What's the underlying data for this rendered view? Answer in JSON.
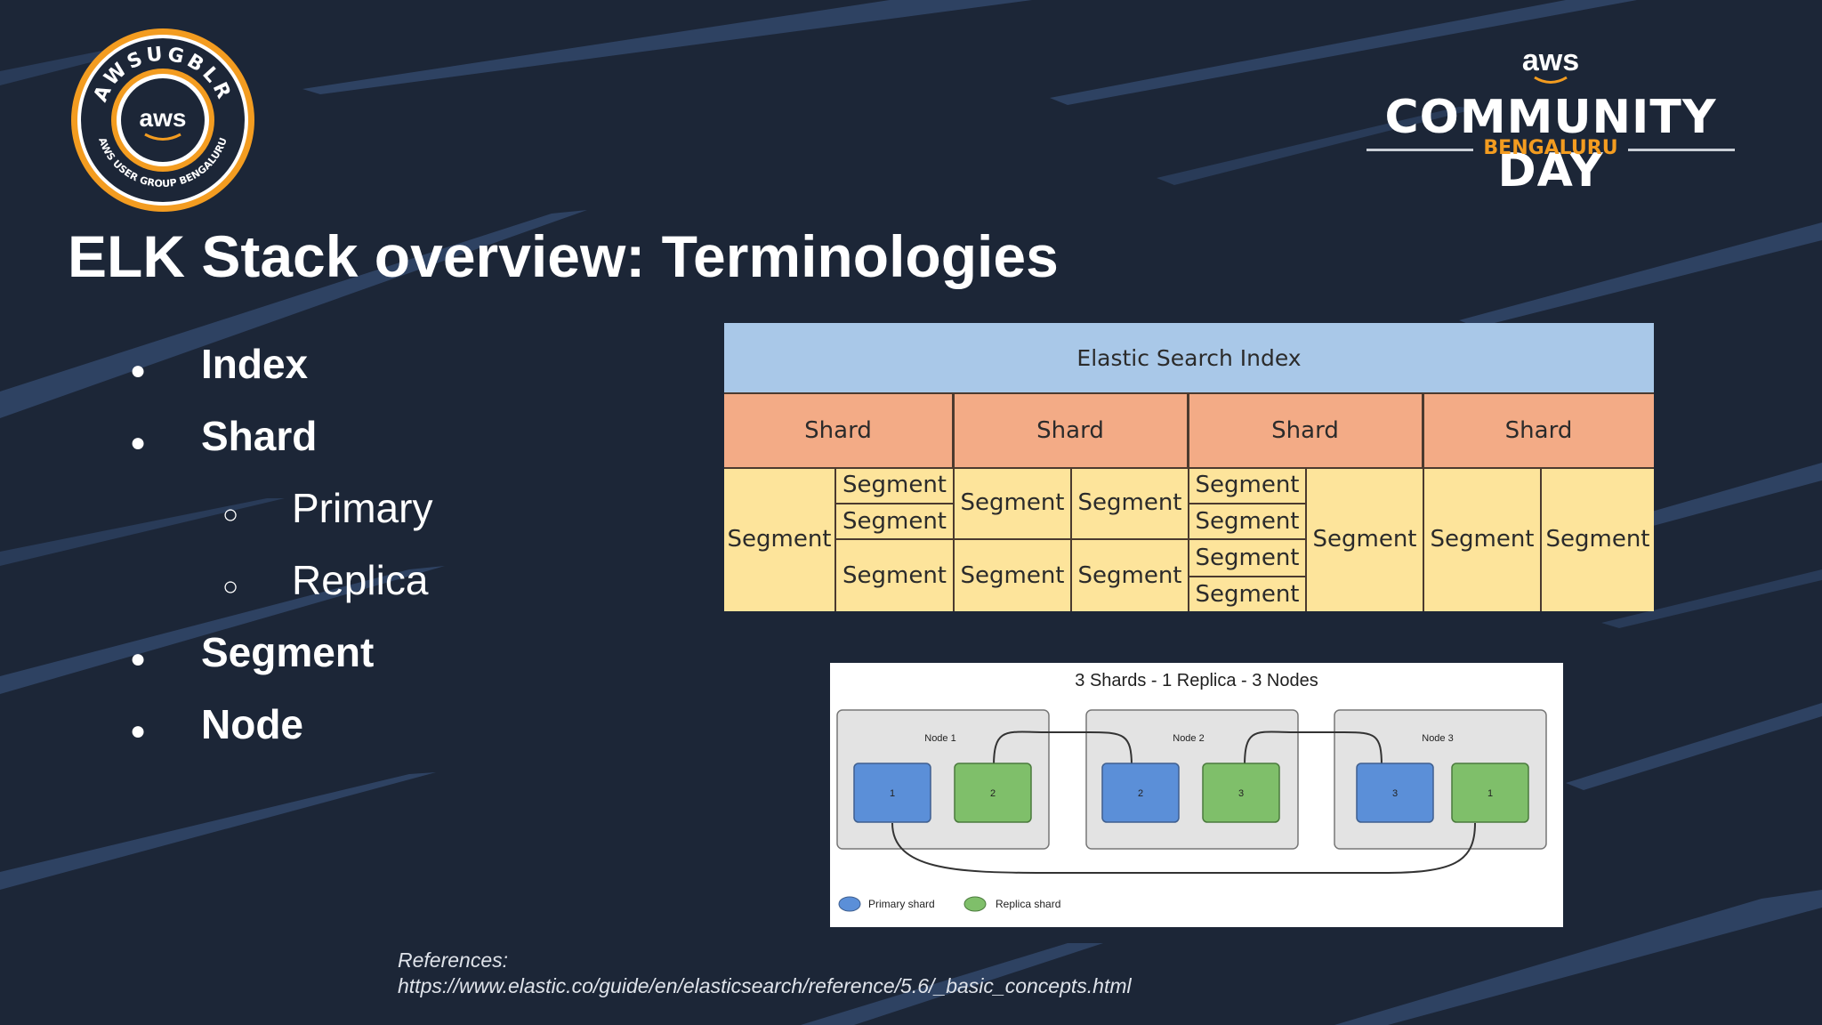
{
  "logo_left": {
    "ring_text": "AWSUGBLR",
    "center_text": "aws",
    "bottom_text": "AWS USER GROUP BENGALURU"
  },
  "logo_right": {
    "brand": "aws",
    "title": "COMMUNITY DAY",
    "subtitle": "BENGALURU"
  },
  "slide_title": "ELK Stack overview: Terminologies",
  "bullets": [
    {
      "level": 1,
      "marker": "●",
      "text": "Index"
    },
    {
      "level": 1,
      "marker": "●",
      "text": "Shard"
    },
    {
      "level": 2,
      "marker": "○",
      "text": "Primary"
    },
    {
      "level": 2,
      "marker": "○",
      "text": "Replica"
    },
    {
      "level": 1,
      "marker": "●",
      "text": "Segment"
    },
    {
      "level": 1,
      "marker": "●",
      "text": "Node"
    }
  ],
  "es_index": {
    "header": "Elastic Search Index",
    "shard_label": "Shard",
    "segment_label": "Segment"
  },
  "node_diagram": {
    "title": "3 Shards - 1 Replica - 3 Nodes",
    "nodes": [
      {
        "name": "Node 1",
        "primary": "1",
        "replica": "2"
      },
      {
        "name": "Node 2",
        "primary": "2",
        "replica": "3"
      },
      {
        "name": "Node 3",
        "primary": "3",
        "replica": "1"
      }
    ],
    "legend_primary": "Primary shard",
    "legend_replica": "Replica shard"
  },
  "references": {
    "label": "References:",
    "url": "https://www.elastic.co/guide/en/elasticsearch/reference/5.6/_basic_concepts.html"
  },
  "colors": {
    "background": "#1c2637",
    "stripe": "#3e5a86",
    "orange_accent": "#f39c20",
    "header_blue": "#a9c8e8",
    "shard_orange": "#f3ab86",
    "segment_yellow": "#fde49b",
    "primary_blue": "#5b8fd8",
    "replica_green": "#7fbf6a"
  }
}
